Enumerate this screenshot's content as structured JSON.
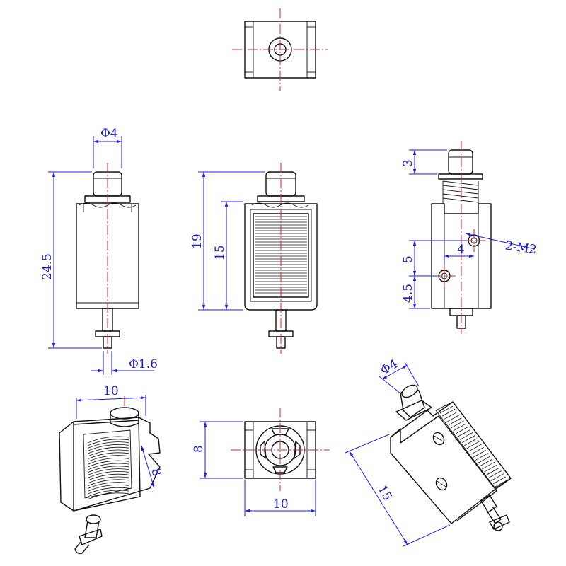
{
  "colors": {
    "outline": "#111111",
    "centerline": "#e0202a",
    "dimension": "#1a1aff"
  },
  "dimensions": {
    "front_pin_dia": "Φ4",
    "front_total_length": "24.5",
    "front_shaft_dia": "Φ1.6",
    "mid_height_outer": "19",
    "mid_height_inner": "15",
    "side_top_len": "3",
    "side_hole_spacing": "5",
    "side_hole_offset": "4",
    "side_bottom_offset": "4.5",
    "side_hole_callout": "2-M2",
    "iso_width": "10",
    "iso_depth": "8",
    "bottom_height": "8",
    "bottom_width": "10",
    "iso2_pin_dia": "Φ4",
    "iso2_length": "15"
  }
}
